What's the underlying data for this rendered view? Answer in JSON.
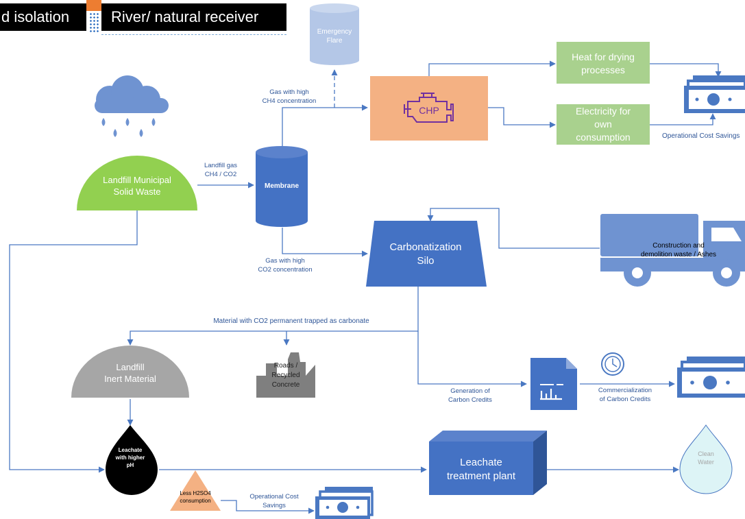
{
  "header": {
    "left_tab": "d isolation",
    "right_tab": "River/ natural receiver"
  },
  "nodes": {
    "emergency_flare": [
      "Emergency",
      "Flare"
    ],
    "chp": "CHP",
    "heat": [
      "Heat for drying",
      "processes"
    ],
    "electricity": [
      "Electricity for",
      "own",
      "consumption"
    ],
    "landfill_msw": [
      "Landfill Municipal",
      "Solid Waste"
    ],
    "membrane": "Membrane",
    "carbonatization": [
      "Carbonatization",
      "Silo"
    ],
    "truck_label": [
      "Construction and",
      "demolition waste / Ashes"
    ],
    "landfill_inert": [
      "Landfill",
      "Inert Material"
    ],
    "roads": [
      "Roads /",
      "Recycled",
      "Concrete"
    ],
    "leachate_drop": [
      "Leachate",
      "with higher",
      "pH"
    ],
    "leachate_plant": [
      "Leachate",
      "treatment plant"
    ],
    "clean_water": [
      "Clean",
      "Water"
    ],
    "less_h2so4": [
      "Less H2SO4",
      "consumption"
    ]
  },
  "labels": {
    "gas_high_ch4": [
      "Gas with high",
      "CH4 concentration"
    ],
    "landfill_gas": [
      "Landfill gas",
      "CH4 / CO2"
    ],
    "gas_high_co2": [
      "Gas with high",
      "CO2 concentration"
    ],
    "material_co2": "Material with CO2 permanent trapped as carbonate",
    "generation_credits": [
      "Generation of",
      "Carbon Credits"
    ],
    "commercialization": [
      "Commercialization",
      "of Carbon Credits"
    ],
    "op_cost_top": "Operational Cost Savings",
    "op_cost_bottom": [
      "Operational Cost",
      "Savings"
    ]
  },
  "colors": {
    "blue": "#4472c4",
    "line": "#4a78c2",
    "green": "#92d050",
    "light_green": "#a9d18e",
    "orange": "#f4b183",
    "gray": "#a6a6a6",
    "dark_gray": "#7f7f7f",
    "lavender": "#b4c7e7",
    "cloud": "#6f93d1",
    "money": "#4a78c2",
    "purple": "#7030a0",
    "water": "#ddf4f6"
  }
}
